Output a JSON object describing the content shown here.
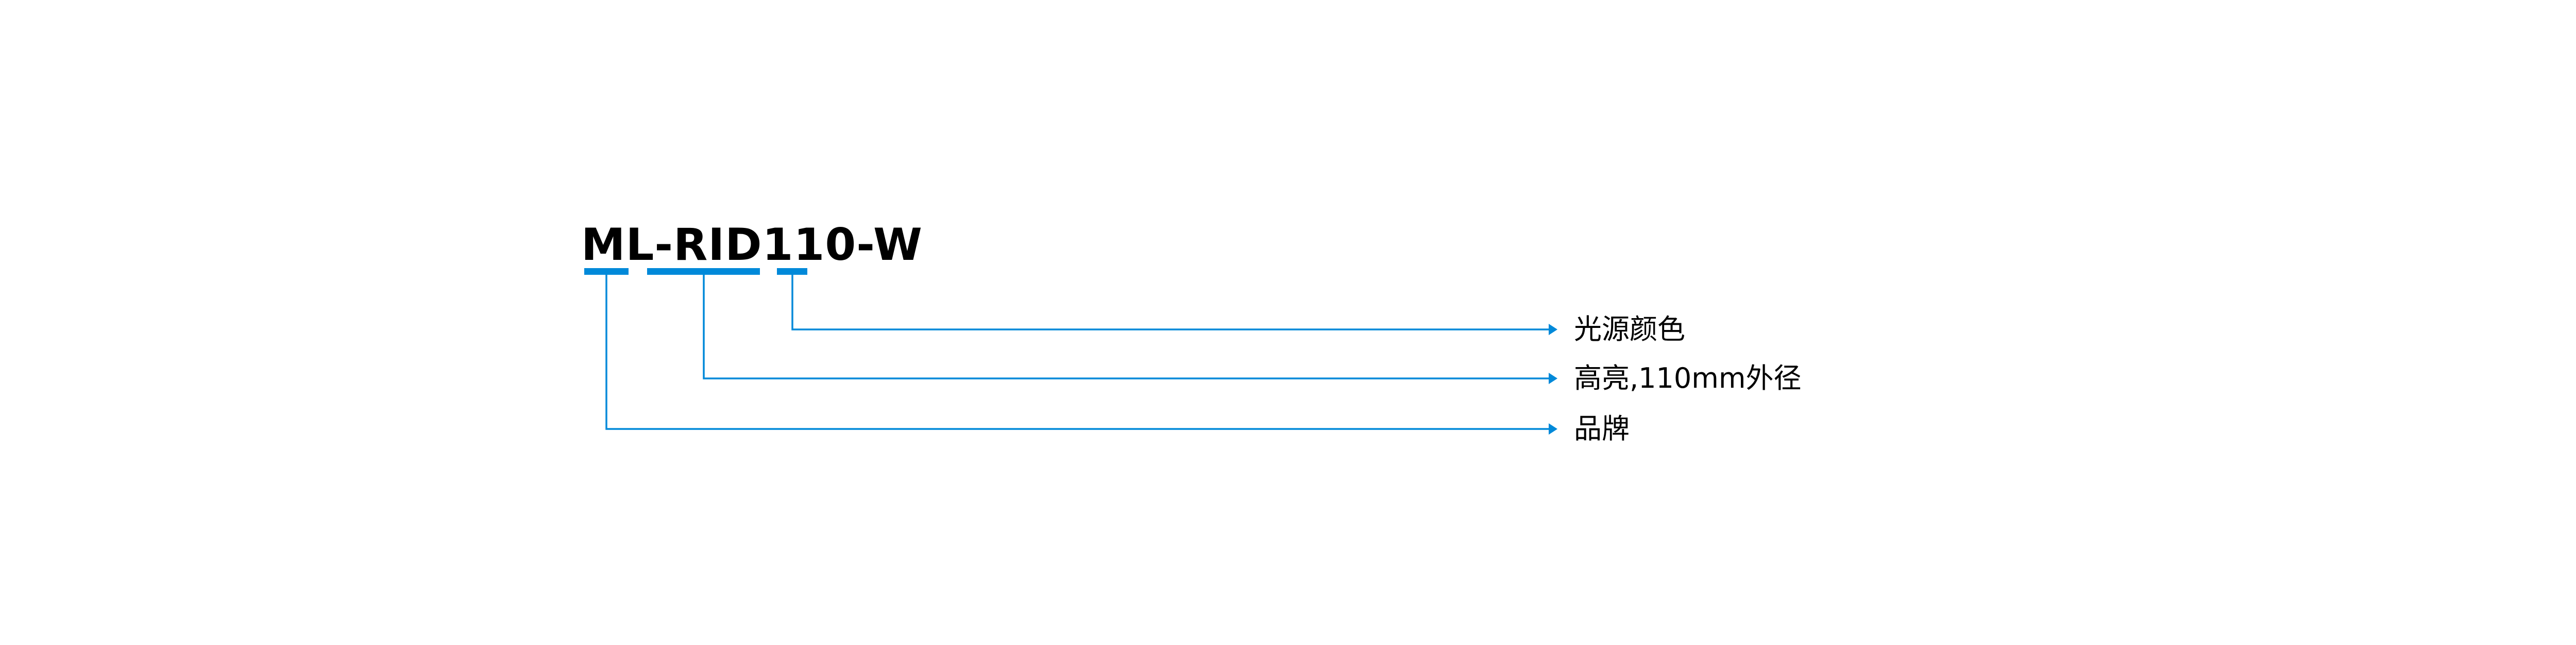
{
  "model_code": "ML-RID110-W",
  "accent_color": "#0089D9",
  "segments": [
    {
      "part": "ML",
      "meaning": "品牌"
    },
    {
      "part": "RID110",
      "meaning": "高亮,110mm外径"
    },
    {
      "part": "W",
      "meaning": "光源颜色"
    }
  ]
}
